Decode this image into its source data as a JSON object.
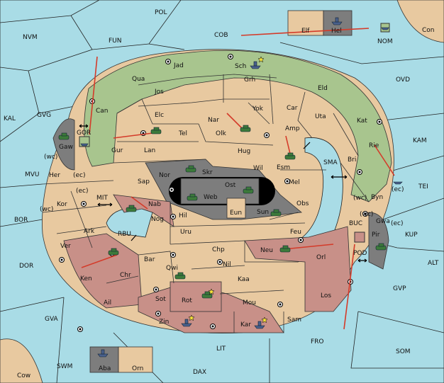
{
  "map": {
    "sea_labels": [
      "POL",
      "NVM",
      "FUN",
      "COB",
      "NOM",
      "Con",
      "OVD",
      "KAL",
      "GVG",
      "KAM",
      "TEI",
      "MVU",
      "BOR",
      "DOR",
      "ALT",
      "KUP",
      "GVP",
      "GVA",
      "FRO",
      "SOM",
      "SWM",
      "LIT",
      "DAX",
      "Cow",
      "SMA",
      "MIT",
      "RBU",
      "BUC",
      "GOR",
      "POD"
    ],
    "land_labels": [
      "Elf",
      "Hel",
      "Jad",
      "Sch",
      "Qua",
      "Jos",
      "Grh",
      "Eld",
      "Can",
      "Elc",
      "Yok",
      "Car",
      "Uta",
      "Nar",
      "Amp",
      "Kat",
      "Gaw",
      "Gur",
      "Lan",
      "Olk",
      "Tel",
      "Hug",
      "Rie",
      "Esm",
      "Bri",
      "Her",
      "Wil",
      "Nor",
      "Skr",
      "Sap",
      "Ost",
      "Web",
      "Mel",
      "Byn",
      "Kor",
      "Nab",
      "Obs",
      "Eun",
      "Sun",
      "Hil",
      "Nog",
      "Ark",
      "Uru",
      "Gwa",
      "Pir",
      "Feu",
      "Chp",
      "Ver",
      "Neu",
      "Orl",
      "Bar",
      "Nil",
      "Qwi",
      "Ken",
      "Chr",
      "Kaa",
      "Sot",
      "Rot",
      "Los",
      "Ail",
      "Mou",
      "Zin",
      "Sam",
      "Kar",
      "Aba",
      "Orn"
    ],
    "coast_tags": [
      "(wc)",
      "(ec)",
      "(ec)",
      "(wc)",
      "(wc)",
      "(ec)",
      "(wc)",
      "(ec)"
    ]
  },
  "units": {
    "armies": [
      "Tel",
      "Olk",
      "Esm",
      "Nog",
      "Ken",
      "Nor",
      "Web",
      "Ost",
      "Sun",
      "Neu",
      "Pir",
      "Qwi",
      "Rot",
      "Gaw"
    ],
    "fleets": [
      "Hel",
      "NOM",
      "Sch",
      "Byn",
      "Zin",
      "Kar",
      "Aba",
      "GOR"
    ]
  },
  "colors": {
    "sea": "#a9dce6",
    "neutral": "#e8c9a0",
    "green_power": "#a8c58e",
    "red_power": "#c89088",
    "gray_power": "#7d7d7d",
    "order_arrow": "#d43b2a"
  }
}
